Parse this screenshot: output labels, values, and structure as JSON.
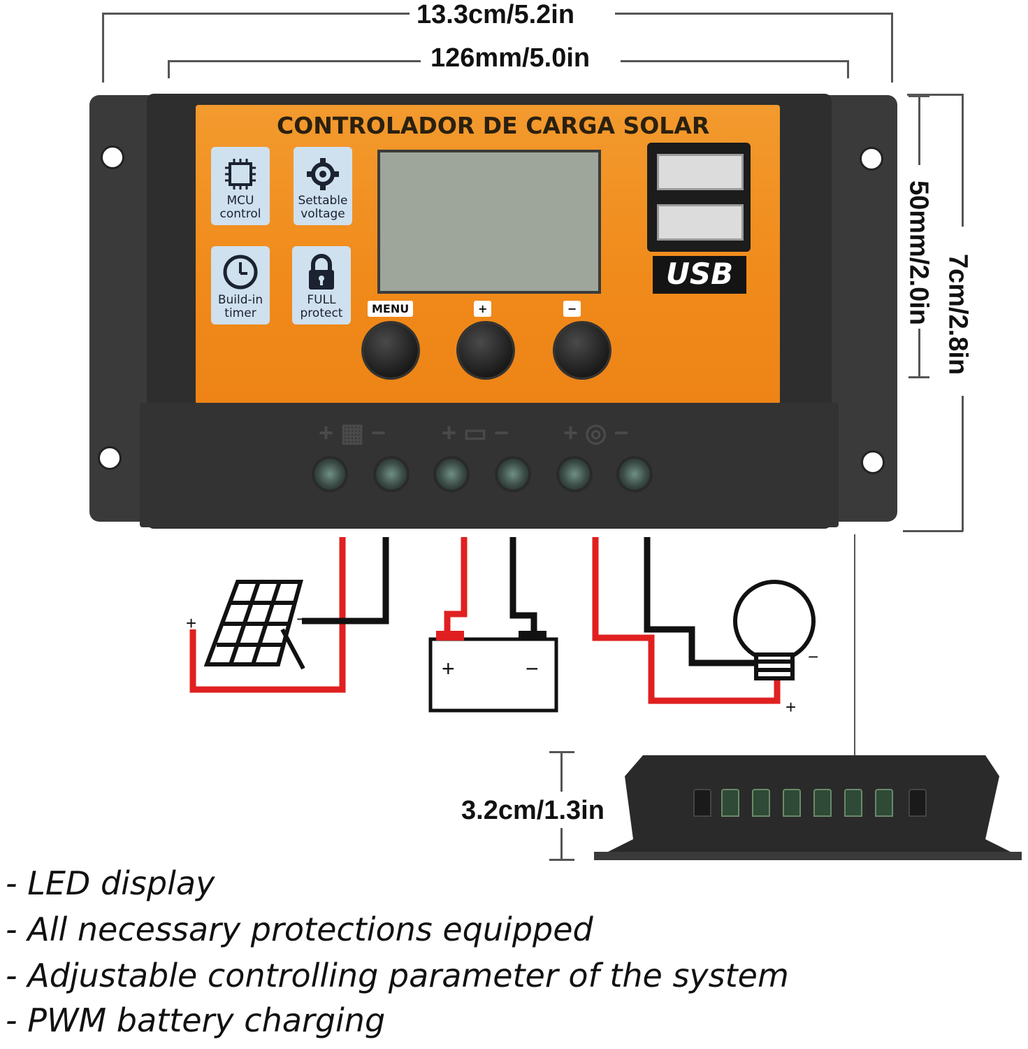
{
  "dimensions": {
    "overall_width": "13.3cm/5.2in",
    "inner_width": "126mm/5.0in",
    "overall_height": "7cm/2.8in",
    "inner_height": "50mm/2.0in",
    "depth": "3.2cm/1.3in"
  },
  "controller": {
    "brand_title": "CONTROLADOR DE CARGA SOLAR",
    "features": [
      {
        "label": "MCU\ncontrol",
        "icon": "chip-icon"
      },
      {
        "label": "Settable\nvoltage",
        "icon": "gear-icon"
      },
      {
        "label": "Build-in\ntimer",
        "icon": "clock-icon"
      },
      {
        "label": "FULL\nprotect",
        "icon": "lock-icon"
      }
    ],
    "buttons": [
      {
        "label": "MENU"
      },
      {
        "label": "+"
      },
      {
        "label": "−"
      }
    ],
    "usb_label": "USB",
    "terminal_groups": [
      {
        "icon": "solar-panel-icon",
        "text": "+ ▦ −"
      },
      {
        "icon": "battery-icon",
        "text": "+ ▭ −"
      },
      {
        "icon": "lamp-icon",
        "text": "+ ◎ −"
      }
    ],
    "colors": {
      "panel": "#f08a1a",
      "body": "#2e2e2e",
      "lcd": "#9ea69c"
    }
  },
  "wiring": {
    "solar_plus": "+",
    "solar_minus": "−",
    "battery_plus": "+",
    "battery_minus": "−",
    "load_plus": "+",
    "load_minus": "−",
    "wire_colors": {
      "positive": "#e02020",
      "negative": "#111111"
    }
  },
  "features_list": [
    "- LED display",
    "-  All necessary protections equipped",
    "-  Adjustable controlling parameter of the system",
    "-  PWM battery charging"
  ]
}
